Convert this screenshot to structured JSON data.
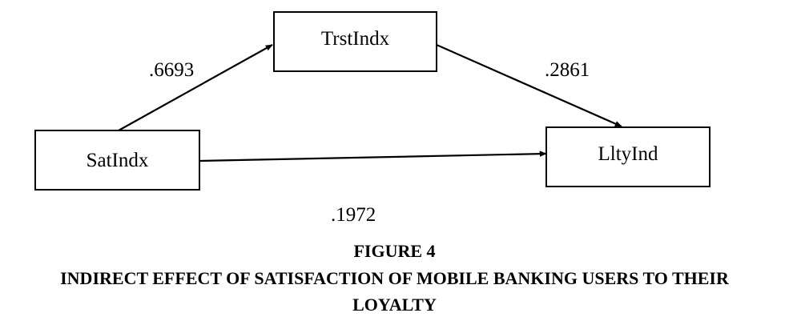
{
  "nodes": {
    "satindx": "SatIndx",
    "trstindx": "TrstIndx",
    "lltyind": "LltyInd"
  },
  "edges": {
    "sat_to_trust": ".6693",
    "trust_to_loyalty": ".2861",
    "sat_to_loyalty": ".1972"
  },
  "caption": {
    "figure_number": "FIGURE 4",
    "title_line1": "INDIRECT EFFECT OF SATISFACTION OF MOBILE BANKING USERS TO THEIR",
    "title_line2": "LOYALTY"
  },
  "colors": {
    "stroke": "#000000",
    "background": "#ffffff"
  }
}
